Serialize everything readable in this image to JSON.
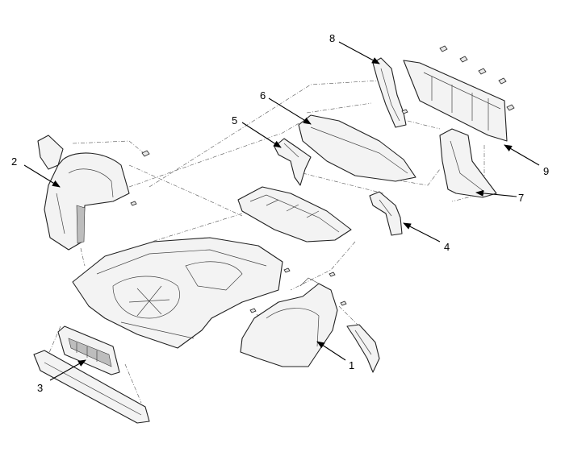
{
  "callouts": {
    "c1": "1",
    "c2": "2",
    "c3": "3",
    "c4": "4",
    "c5": "5",
    "c6": "6",
    "c7": "7",
    "c8": "8",
    "c9": "9"
  },
  "colors": {
    "line": "#222222",
    "fill": "#f3f3f3",
    "background": "#ffffff"
  }
}
